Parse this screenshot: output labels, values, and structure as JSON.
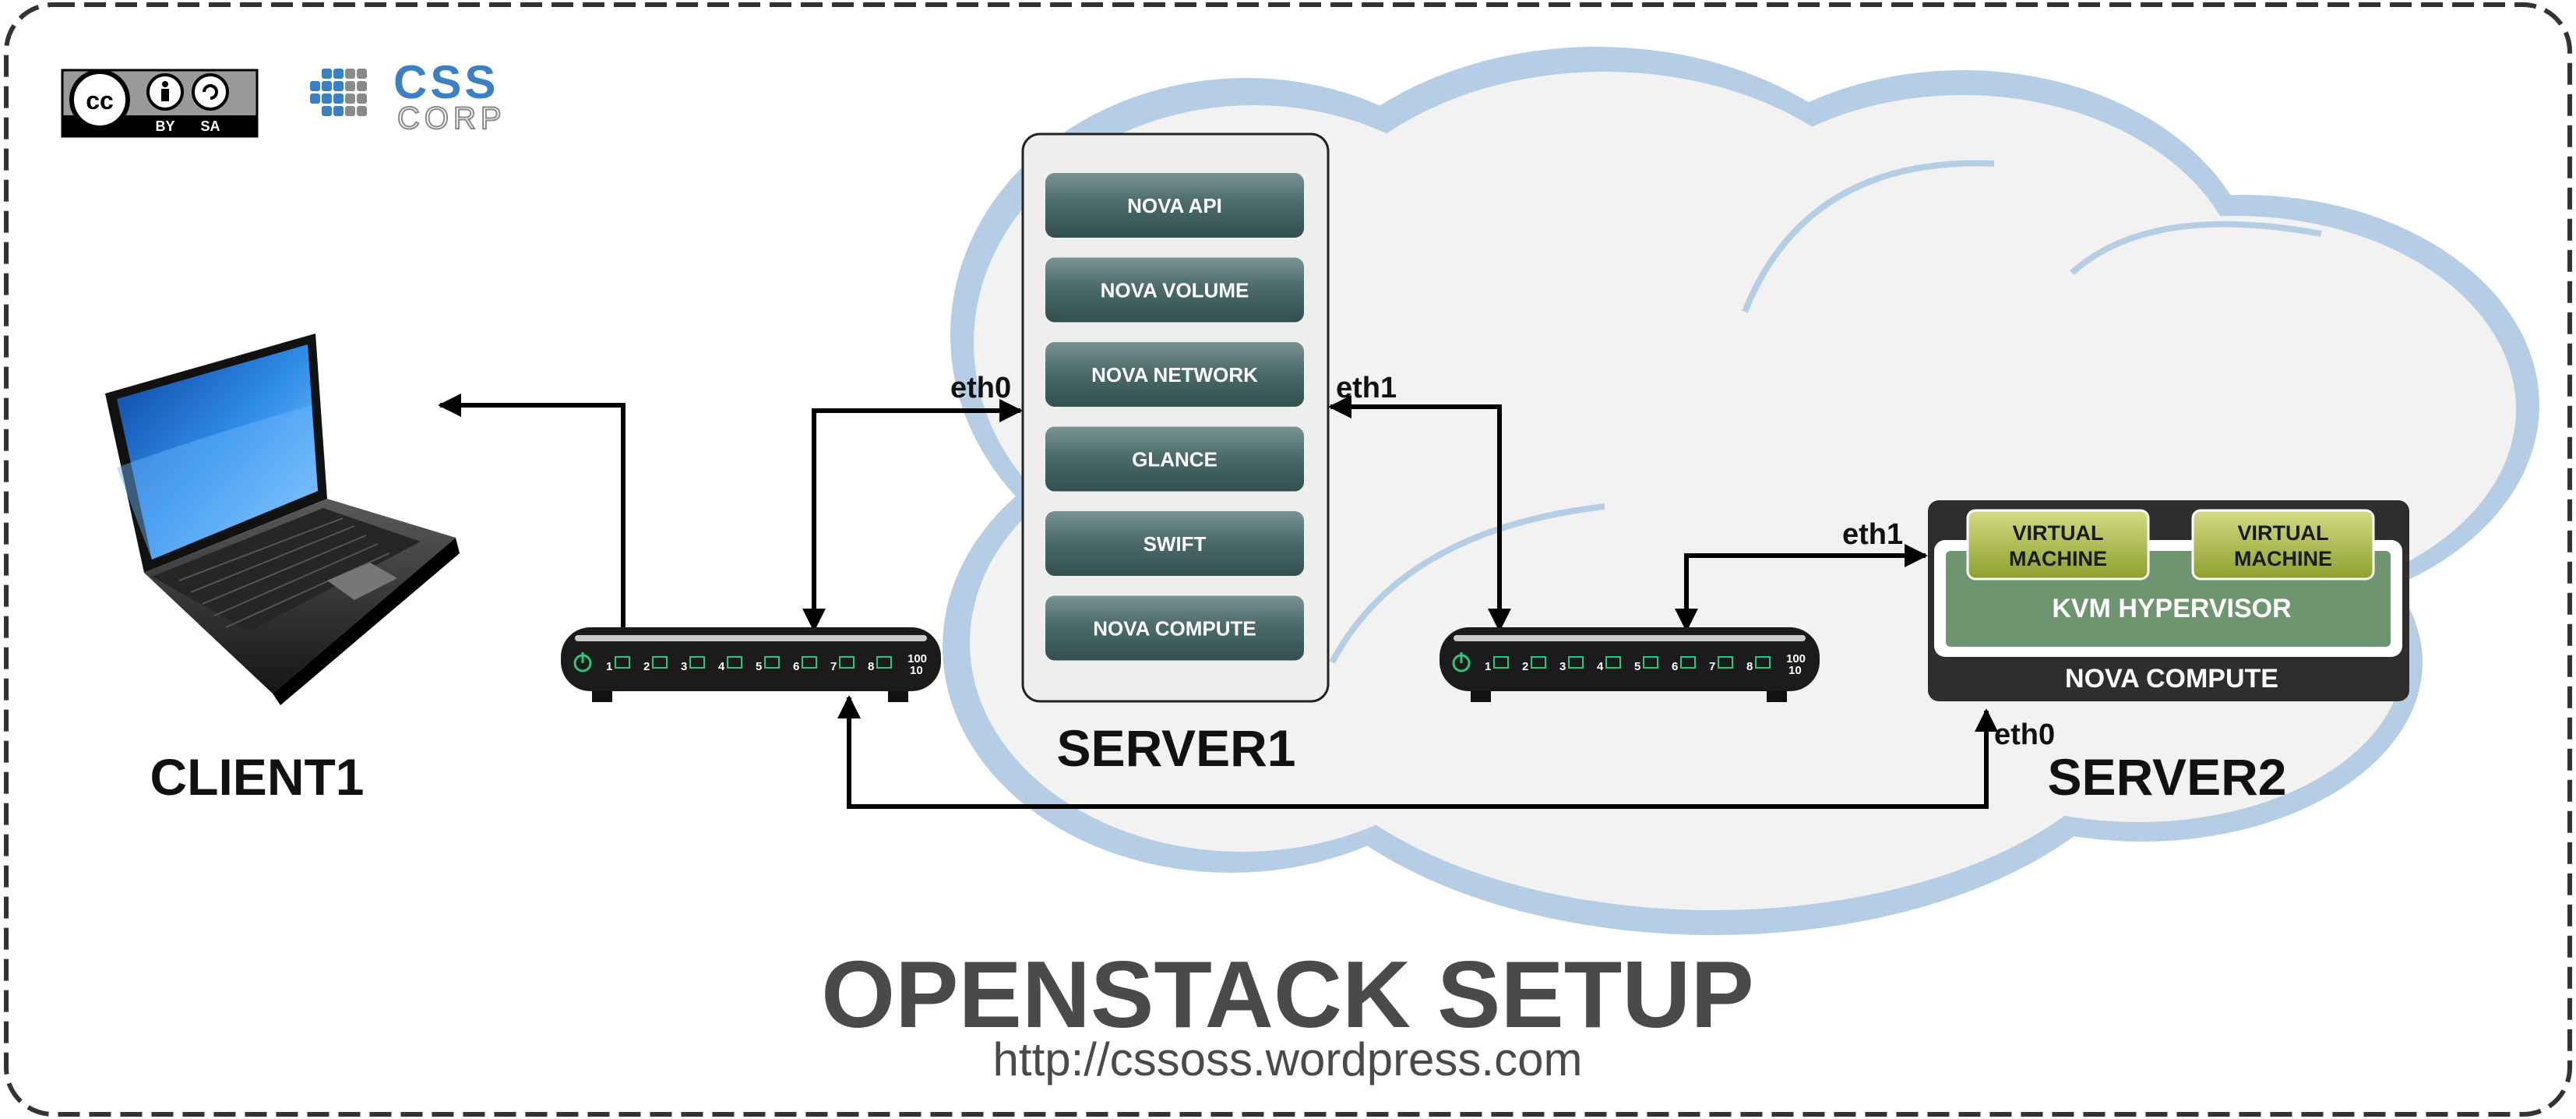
{
  "title": "OPENSTACK SETUP",
  "url": "http://cssoss.wordpress.com",
  "license": {
    "line1": "BY",
    "line2": "SA"
  },
  "logo": {
    "line1": "CSS",
    "line2": "CORP"
  },
  "client": {
    "label": "CLIENT1"
  },
  "server1": {
    "label": "SERVER1",
    "services": [
      "NOVA API",
      "NOVA VOLUME",
      "NOVA NETWORK",
      "GLANCE",
      "SWIFT",
      "NOVA COMPUTE"
    ],
    "eth0": "eth0",
    "eth1": "eth1"
  },
  "server2": {
    "label": "SERVER2",
    "vm1": [
      "VIRTUAL",
      "MACHINE"
    ],
    "vm2": [
      "VIRTUAL",
      "MACHINE"
    ],
    "hypervisor": "KVM HYPERVISOR",
    "compute": "NOVA COMPUTE",
    "eth1": "eth1",
    "eth0": "eth0"
  },
  "switch": {
    "ports": [
      "1",
      "2",
      "3",
      "4",
      "5",
      "6",
      "7",
      "8"
    ],
    "speed_top": "100",
    "speed_bottom": "10"
  },
  "colors": {
    "cloud_outline": "#b6cde6",
    "cloud_fill": "#f2f2f2",
    "service_box": "#3f5c5c",
    "hypervisor": "#6f9470",
    "vm": "#a9b948",
    "server2_box": "#2e2e2e",
    "title": "#4a4a4a"
  }
}
